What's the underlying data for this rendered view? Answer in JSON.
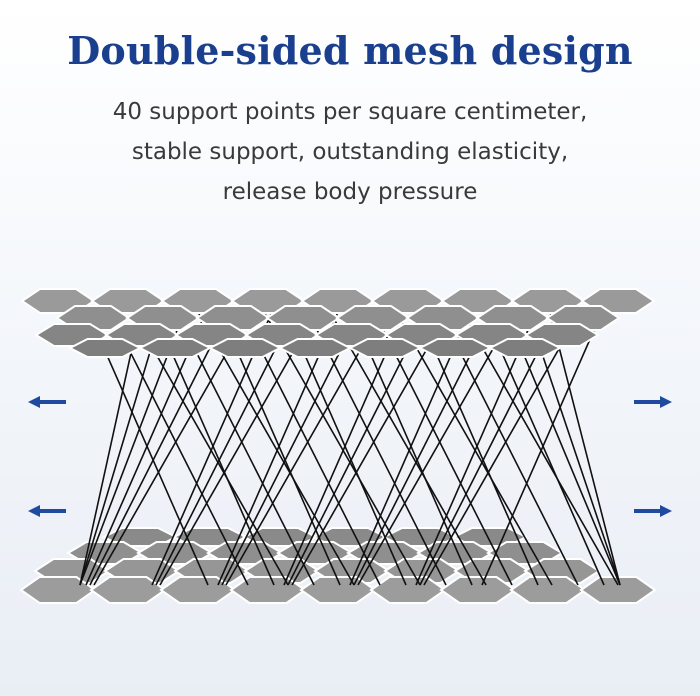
{
  "title": "Double-sided mesh design",
  "description_lines": [
    "40 support points per square centimeter,",
    "stable support, outstanding elasticity,",
    "release body pressure"
  ],
  "colors": {
    "title": "#1b3f8f",
    "text": "#3a3a3a",
    "arrow": "#1f4aa0",
    "mesh_fill": "#8f8f8f",
    "mesh_stroke": "#ffffff",
    "fiber": "#111111"
  },
  "arrows": [
    {
      "name": "top-left-arrow",
      "direction": "left"
    },
    {
      "name": "bottom-left-arrow",
      "direction": "left"
    },
    {
      "name": "top-right-arrow",
      "direction": "right"
    },
    {
      "name": "bottom-right-arrow",
      "direction": "right"
    }
  ]
}
